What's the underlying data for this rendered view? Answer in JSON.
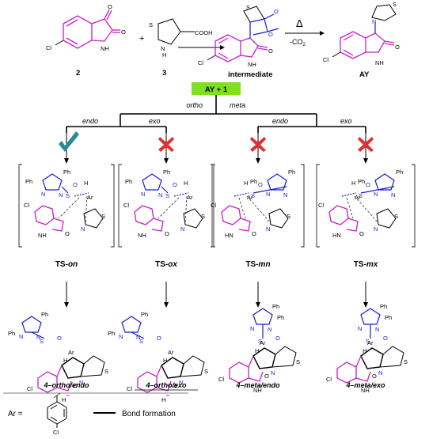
{
  "reaction": {
    "compound2_label": "2",
    "compound3_label": "3",
    "intermediate_label": "intermediate",
    "ay_label": "AY",
    "plus": "+",
    "cooh": "COOH",
    "delta": "Δ",
    "minus_co2": "-CO",
    "co2_sub": "2",
    "cl": "Cl",
    "o": "O",
    "n": "N",
    "h": "H",
    "s": "S",
    "nh": "NH"
  },
  "reagent_box": {
    "label": "AY + 1",
    "color": "#7fe01f"
  },
  "branches": {
    "ortho": "ortho",
    "meta": "meta",
    "endo": "endo",
    "exo": "exo"
  },
  "pathways": [
    {
      "ts_prefix": "TS-",
      "ts_suffix": "on",
      "product_prefix": "4",
      "product_suffix": "ortho/endo",
      "outcome": "check",
      "outcome_icon": "check-icon"
    },
    {
      "ts_prefix": "TS-",
      "ts_suffix": "ox",
      "product_prefix": "4",
      "product_suffix": "ortho/exo",
      "outcome": "cross",
      "outcome_icon": "cross-icon"
    },
    {
      "ts_prefix": "TS-",
      "ts_suffix": "mn",
      "product_prefix": "4",
      "product_suffix": "meta/endo",
      "outcome": "cross",
      "outcome_icon": "cross-icon"
    },
    {
      "ts_prefix": "TS-",
      "ts_suffix": "mx",
      "product_prefix": "4",
      "product_suffix": "meta/exo",
      "outcome": "cross",
      "outcome_icon": "cross-icon"
    }
  ],
  "atoms": {
    "ph": "Ph",
    "ar": "Ar",
    "cl": "Cl",
    "s": "S",
    "n": "N",
    "o": "O",
    "h": "H",
    "hn": "HN",
    "nh": "NH",
    "product_dash": "–"
  },
  "legend": {
    "ar_label": "Ar =",
    "cl": "Cl",
    "bond_formation": "Bond formation"
  },
  "colors": {
    "magenta": "#c81ec8",
    "blue": "#1b1bd6",
    "check": "#2a8a9a",
    "cross": "#e03030",
    "green_box": "#7fe01f"
  }
}
